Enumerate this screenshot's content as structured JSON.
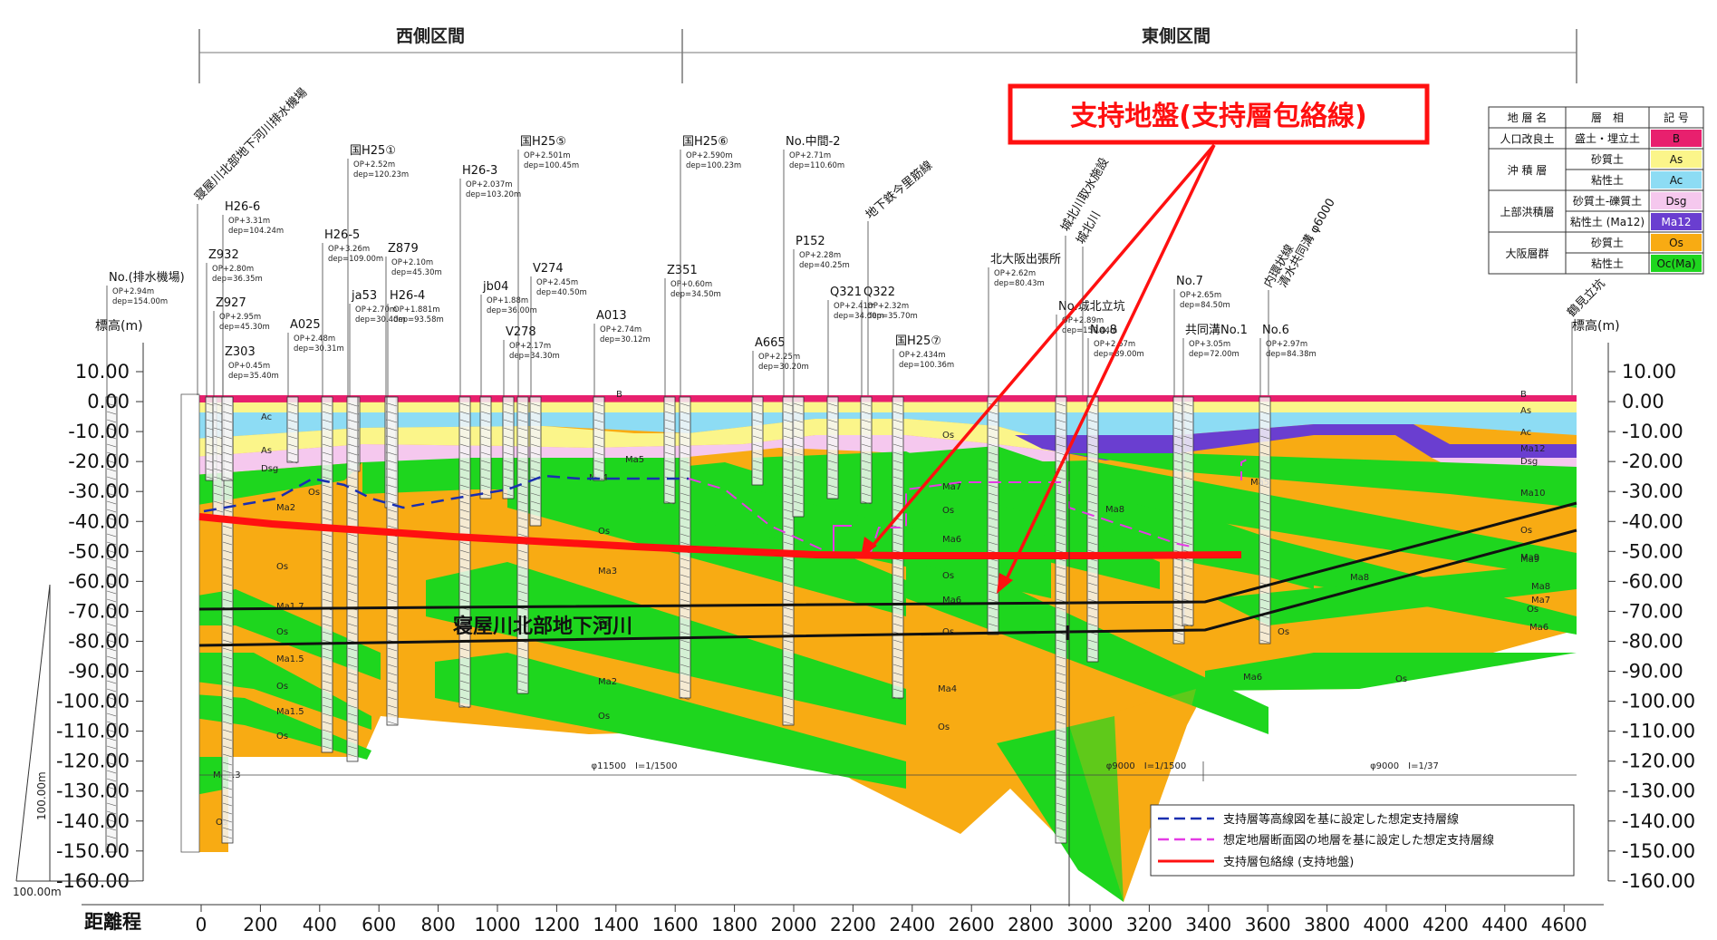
{
  "sections": {
    "west": "西側区間",
    "east": "東側区間"
  },
  "callout": "支持地盤(支持層包絡線)",
  "river_label": "寝屋川北部地下河川",
  "y_axis": {
    "label_left": "標高(m)",
    "label_right": "標高(m)",
    "ticks": [
      "10.00",
      "0.00",
      "-10.00",
      "-20.00",
      "-30.00",
      "-40.00",
      "-50.00",
      "-60.00",
      "-70.00",
      "-80.00",
      "-90.00",
      "-100.00",
      "-110.00",
      "-120.00",
      "-130.00",
      "-140.00",
      "-150.00",
      "-160.00"
    ]
  },
  "x_axis": {
    "label": "距離程",
    "ticks": [
      "0",
      "200",
      "400",
      "600",
      "800",
      "1000",
      "1200",
      "1400",
      "1600",
      "1800",
      "2000",
      "2200",
      "2400",
      "2600",
      "2800",
      "3000",
      "3200",
      "3400",
      "3600",
      "3800",
      "4000",
      "4200",
      "4400",
      "4600"
    ]
  },
  "scale_bar": {
    "vertical": "100.00m",
    "horizontal": "100.00m"
  },
  "legend_table": {
    "headers": [
      "地 層 名",
      "層　相",
      "記 号"
    ],
    "rows": [
      {
        "group": "人口改良土",
        "phase": "盛土・埋立土",
        "code": "B",
        "color": "#e8206e"
      },
      {
        "group": "沖 積 層",
        "phase": "砂質土",
        "code": "As",
        "color": "#fbf58a"
      },
      {
        "group": "",
        "phase": "粘性土",
        "code": "Ac",
        "color": "#8ddcf4"
      },
      {
        "group": "上部洪積層",
        "phase": "砂質土-礫質土",
        "code": "Dsg",
        "color": "#f5c8ee"
      },
      {
        "group": "",
        "phase": "粘性土 (Ma12)",
        "code": "Ma12",
        "color": "#6a3ed0"
      },
      {
        "group": "大阪層群",
        "phase": "砂質土",
        "code": "Os",
        "color": "#f8ab13"
      },
      {
        "group": "",
        "phase": "粘性土",
        "code": "Oc(Ma)",
        "color": "#1ed61e"
      }
    ]
  },
  "line_legend": [
    {
      "label": "支持層等高線図を基に設定した想定支持層線",
      "color": "#1a2fb0",
      "style": "dash"
    },
    {
      "label": "想定地層断面図の地層を基に設定した想定支持層線",
      "color": "#e43be4",
      "style": "dash"
    },
    {
      "label": "支持層包絡線 (支持地盤)",
      "color": "#ff1010",
      "style": "solid"
    }
  ],
  "facilities": [
    "寝屋川北部地下河川排水機場",
    "地下鉄今里筋線",
    "城北川取水施設",
    "城北川",
    "内環状線",
    "清水共同溝 φ6000",
    "鶴見立坑"
  ],
  "boreholes": [
    {
      "name": "No.(排水機場)",
      "op": "OP+2.94m",
      "dep": "dep=154.00m"
    },
    {
      "name": "H26-6",
      "op": "OP+3.31m",
      "dep": "dep=104.24m"
    },
    {
      "name": "Z932",
      "op": "OP+2.80m",
      "dep": "dep=36.35m"
    },
    {
      "name": "Z927",
      "op": "OP+2.95m",
      "dep": "dep=45.30m"
    },
    {
      "name": "Z303",
      "op": "OP+0.45m",
      "dep": "dep=35.40m"
    },
    {
      "name": "A025",
      "op": "OP+2.48m",
      "dep": "dep=30.31m"
    },
    {
      "name": "H26-5",
      "op": "OP+3.26m",
      "dep": "dep=109.00m"
    },
    {
      "name": "ja53",
      "op": "OP+2.70m",
      "dep": "dep=30.40m"
    },
    {
      "name": "国H25①",
      "op": "OP+2.52m",
      "dep": "dep=120.23m"
    },
    {
      "name": "Z879",
      "op": "OP+2.10m",
      "dep": "dep=45.30m"
    },
    {
      "name": "H26-4",
      "op": "OP+1.881m",
      "dep": "dep=93.58m"
    },
    {
      "name": "H26-3",
      "op": "OP+2.037m",
      "dep": "dep=103.20m"
    },
    {
      "name": "jb04",
      "op": "OP+1.88m",
      "dep": "dep=36.00m"
    },
    {
      "name": "V278",
      "op": "OP+2.17m",
      "dep": "dep=34.30m"
    },
    {
      "name": "国H25⑤",
      "op": "OP+2.501m",
      "dep": "dep=100.45m"
    },
    {
      "name": "V274",
      "op": "OP+2.45m",
      "dep": "dep=40.50m"
    },
    {
      "name": "A013",
      "op": "OP+2.74m",
      "dep": "dep=30.12m"
    },
    {
      "name": "Z351",
      "op": "OP+0.60m",
      "dep": "dep=34.50m"
    },
    {
      "name": "国H25⑥",
      "op": "OP+2.590m",
      "dep": "dep=100.23m"
    },
    {
      "name": "A665",
      "op": "OP+2.25m",
      "dep": "dep=30.20m"
    },
    {
      "name": "No.中間-2",
      "op": "OP+2.71m",
      "dep": "dep=110.60m"
    },
    {
      "name": "P152",
      "op": "OP+2.28m",
      "dep": "dep=40.25m"
    },
    {
      "name": "Q321",
      "op": "OP+2.41m",
      "dep": "dep=34.00m"
    },
    {
      "name": "Q322",
      "op": "OP+2.32m",
      "dep": "dep=35.70m"
    },
    {
      "name": "国H25⑦",
      "op": "OP+2.434m",
      "dep": "dep=100.36m"
    },
    {
      "name": "北大阪出張所",
      "op": "OP+2.62m",
      "dep": "dep=80.43m"
    },
    {
      "name": "No.城北立坑",
      "op": "OP+2.89m",
      "dep": "dep=150.44m"
    },
    {
      "name": "No.8",
      "op": "OP+2.67m",
      "dep": "dep=89.00m"
    },
    {
      "name": "No.7",
      "op": "OP+2.65m",
      "dep": "dep=84.50m"
    },
    {
      "name": "共同溝No.1",
      "op": "OP+3.05m",
      "dep": "dep=72.00m"
    },
    {
      "name": "No.6",
      "op": "OP+2.97m",
      "dep": "dep=84.38m"
    }
  ],
  "layer_labels": [
    "B",
    "Ac",
    "As",
    "Dsg",
    "Os",
    "Ma2",
    "Os",
    "Ma1.7",
    "Os",
    "Ma1.5",
    "Os",
    "Ma1.5",
    "Os",
    "Ma1.3",
    "Os",
    "Ma5",
    "Ma4",
    "Os",
    "Ma3",
    "Os",
    "Ma2",
    "Os",
    "Os",
    "Ma6",
    "Os",
    "Ma7",
    "Os",
    "Ma6",
    "Os",
    "Ma4",
    "Os",
    "Ma5",
    "Ma8",
    "Ma10",
    "Ma9",
    "Ma8",
    "Ma7",
    "Ma6",
    "Os",
    "Ma12",
    "As",
    "Ac",
    "B",
    "Dsg",
    "Os",
    "Ma9",
    "Ma8",
    "Os",
    "Ma6",
    "Os"
  ],
  "tunnel_notes": [
    "φ11500　I=1/1500",
    "φ9000　I=1/1500",
    "φ9000　I=1/37"
  ]
}
